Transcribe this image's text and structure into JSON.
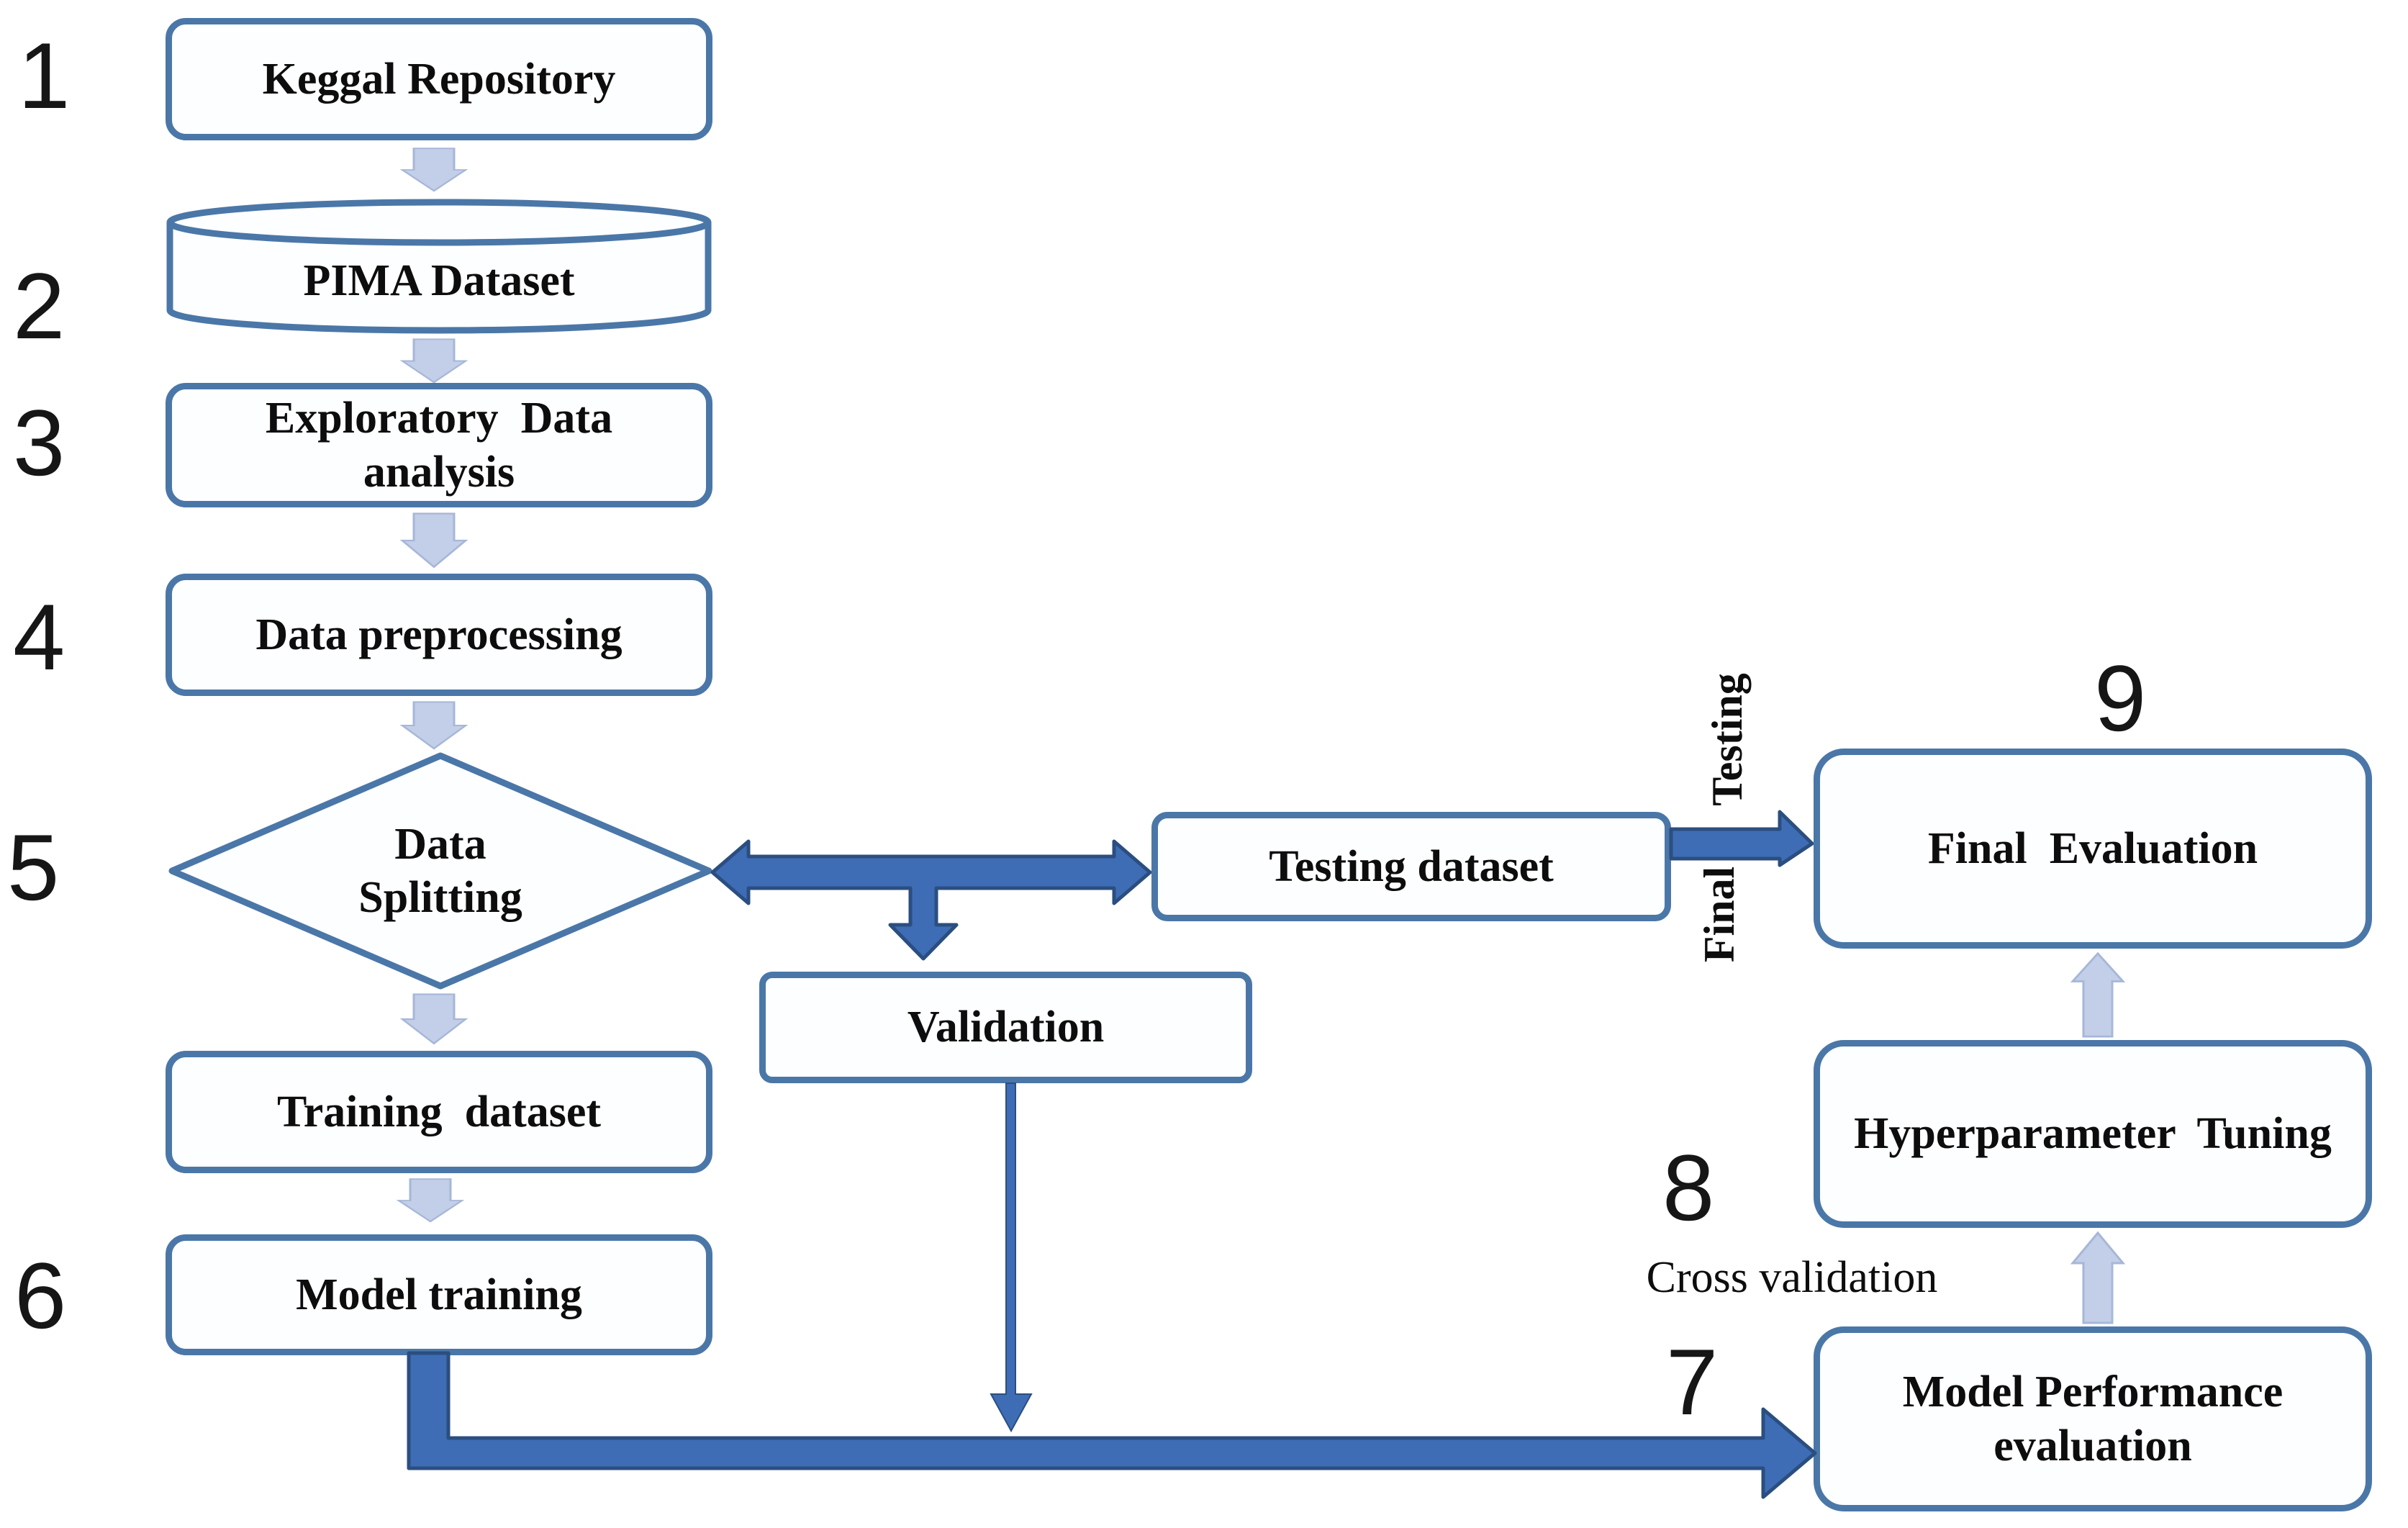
{
  "colors": {
    "box_border": "#4a77a8",
    "box_fill": "#fdfeff",
    "light_arrow_fill": "#c3cee8",
    "light_arrow_stroke": "#a6b7d8",
    "thick_arrow_fill": "#3e6db5",
    "thick_arrow_stroke": "#2b4e80",
    "text": "#0d0d0d"
  },
  "step_numbers": [
    "1",
    "2",
    "3",
    "4",
    "5",
    "6",
    "7",
    "8",
    "9"
  ],
  "nodes": {
    "keggal_repository": {
      "label": "Keggal Repository",
      "shape": "rounded-rect"
    },
    "pima_dataset": {
      "label": "PIMA Dataset",
      "shape": "cylinder"
    },
    "exploratory_data_analysis": {
      "label": "Exploratory  Data\nanalysis",
      "shape": "rounded-rect"
    },
    "data_preprocessing": {
      "label": "Data preprocessing",
      "shape": "rounded-rect"
    },
    "data_splitting": {
      "label": "Data\nSplitting",
      "shape": "diamond"
    },
    "training_dataset": {
      "label": "Training  dataset",
      "shape": "rounded-rect"
    },
    "model_training": {
      "label": "Model training",
      "shape": "rounded-rect"
    },
    "validation": {
      "label": "Validation",
      "shape": "rounded-rect"
    },
    "testing_dataset": {
      "label": "Testing dataset",
      "shape": "rounded-rect"
    },
    "final_evaluation": {
      "label": "Final  Evaluation",
      "shape": "rounded-rect"
    },
    "hyperparameter_tuning": {
      "label": "Hyperparameter  Tuning",
      "shape": "rounded-rect"
    },
    "model_performance_evaluation": {
      "label": "Model Performance\nevaluation",
      "shape": "rounded-rect"
    }
  },
  "edge_labels": {
    "testing": "Testing",
    "final": "Final",
    "cross_validation": "Cross validation"
  }
}
